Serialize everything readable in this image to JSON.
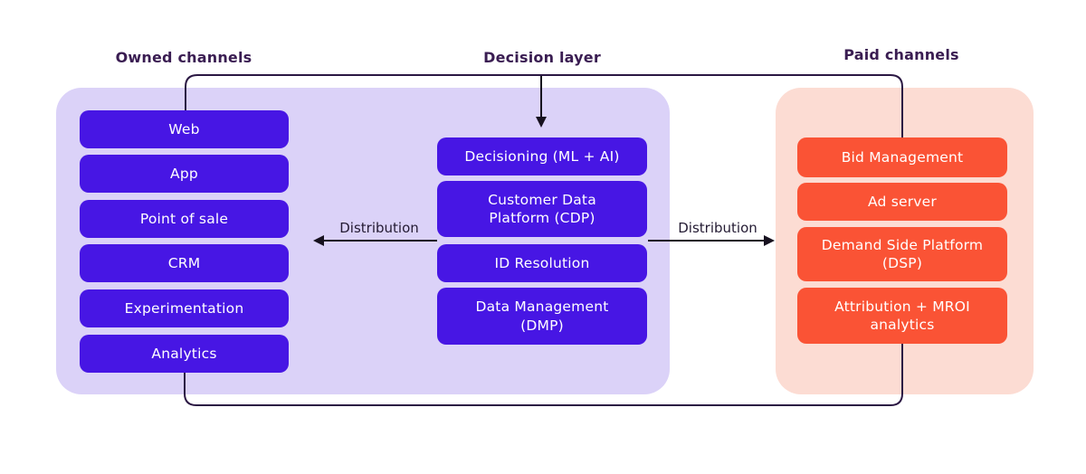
{
  "headings": {
    "owned": "Owned channels",
    "decision": "Decision layer",
    "paid": "Paid channels"
  },
  "arrows": {
    "distribution_left": "Distribution",
    "distribution_right": "Distribution"
  },
  "columns": {
    "owned": {
      "items": [
        "Web",
        "App",
        "Point of sale",
        "CRM",
        "Experimentation",
        "Analytics"
      ]
    },
    "decision": {
      "items": [
        "Decisioning (ML + AI)",
        "Customer Data Platform (CDP)",
        "ID Resolution",
        "Data Management (DMP)"
      ]
    },
    "paid": {
      "items": [
        "Bid Management",
        "Ad server",
        "Demand Side Platform (DSP)",
        "Attribution + MROI analytics"
      ]
    }
  },
  "colors": {
    "owned_button": "#4716e4",
    "paid_button": "#fa5335",
    "owned_panel": "#dbd2f8",
    "paid_panel": "#fcdcd3",
    "connector": "#2b1843",
    "arrow": "#17111f",
    "heading_text": "#3a1d52"
  }
}
